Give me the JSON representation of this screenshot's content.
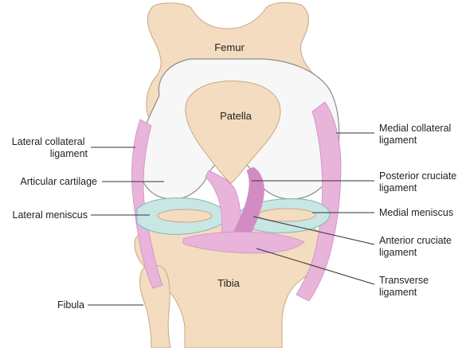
{
  "colors": {
    "bone": "#f3dcc0",
    "bone_outline": "#c9a886",
    "bone_shadow": "#e6c6a2",
    "cartilage": "#f7f7f7",
    "cartilage_outline": "#8c8c8c",
    "ligament": "#e8b4da",
    "ligament_dark": "#d38cc3",
    "meniscus": "#c7e6e4",
    "meniscus_outline": "#7fb8b5",
    "leader_line": "#333333"
  },
  "labels": {
    "femur": "Femur",
    "patella": "Patella",
    "tibia": "Tibia",
    "lateral_collateral": [
      "Lateral collateral",
      "ligament"
    ],
    "articular_cartilage": "Articular cartilage",
    "lateral_meniscus": "Lateral meniscus",
    "fibula": "Fibula",
    "medial_collateral": [
      "Medial collateral",
      "ligament"
    ],
    "posterior_cruciate": [
      "Posterior cruciate",
      "ligament"
    ],
    "medial_meniscus": "Medial meniscus",
    "anterior_cruciate": [
      "Anterior cruciate",
      "ligament"
    ],
    "transverse": [
      "Transverse",
      "ligament"
    ]
  }
}
